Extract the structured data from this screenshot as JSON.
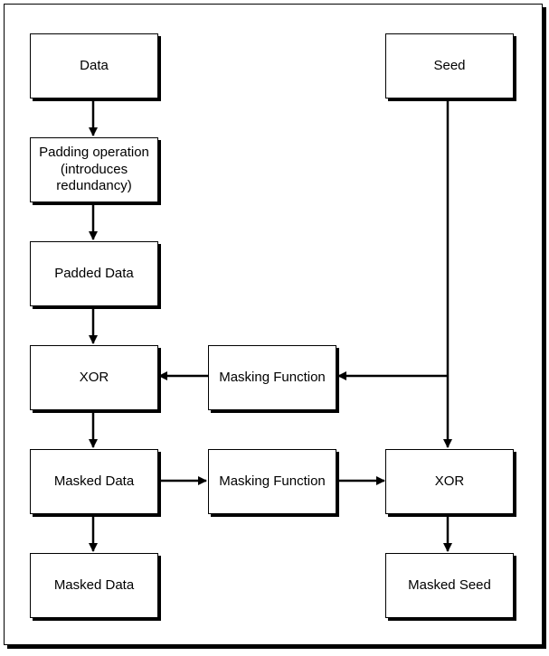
{
  "nodes": {
    "data": "Data",
    "padding": "Padding operation (introduces redundancy)",
    "padded": "Padded Data",
    "xor_left": "XOR",
    "masking_top": "Masking Function",
    "seed": "Seed",
    "masked_data": "Masked Data",
    "masking_bottom": "Masking Function",
    "xor_right": "XOR",
    "masked_data_out": "Masked Data",
    "masked_seed": "Masked Seed"
  },
  "colors": {
    "line": "#000000",
    "box_border": "#000000",
    "background": "#ffffff"
  }
}
